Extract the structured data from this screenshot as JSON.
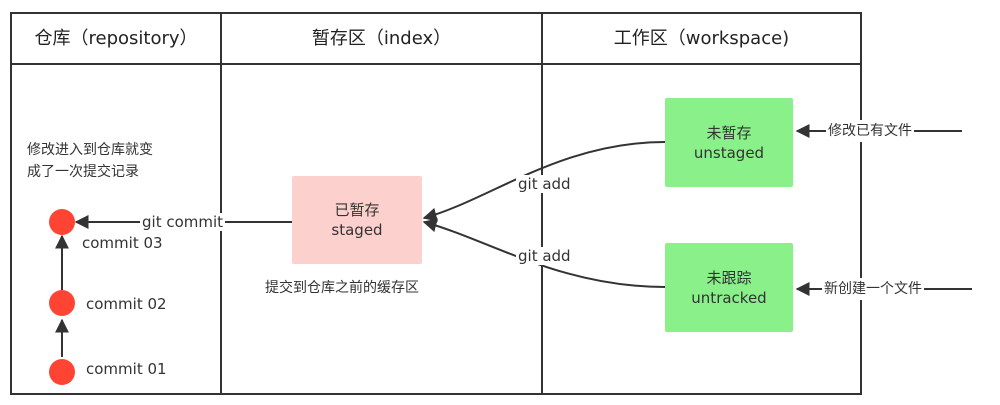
{
  "columns": {
    "repository": "仓库（repository）",
    "index": "暂存区（index）",
    "workspace": "工作区（workspace)"
  },
  "repository": {
    "note_line1": "修改进入到仓库就变",
    "note_line2": "成了一次提交记录",
    "commits": [
      "commit  03",
      "commit  02",
      "commit  01"
    ],
    "commit_arrow_label": "git commit"
  },
  "index": {
    "staged_box": {
      "line1": "已暂存",
      "line2": "staged"
    },
    "caption": "提交到仓库之前的缓存区"
  },
  "workspace": {
    "unstaged_box": {
      "line1": "未暂存",
      "line2": "unstaged"
    },
    "untracked_box": {
      "line1": "未跟踪",
      "line2": "untracked"
    },
    "add_label_top": "git add",
    "add_label_bottom": "git add",
    "input_modify": "修改已有文件",
    "input_new": "新创建一个文件"
  },
  "colors": {
    "grid_line": "#333333",
    "commit_dot": "#ff4433",
    "staged_fill": "#fcd1cd",
    "workspace_fill": "#8af08a",
    "arrow": "#333333"
  }
}
